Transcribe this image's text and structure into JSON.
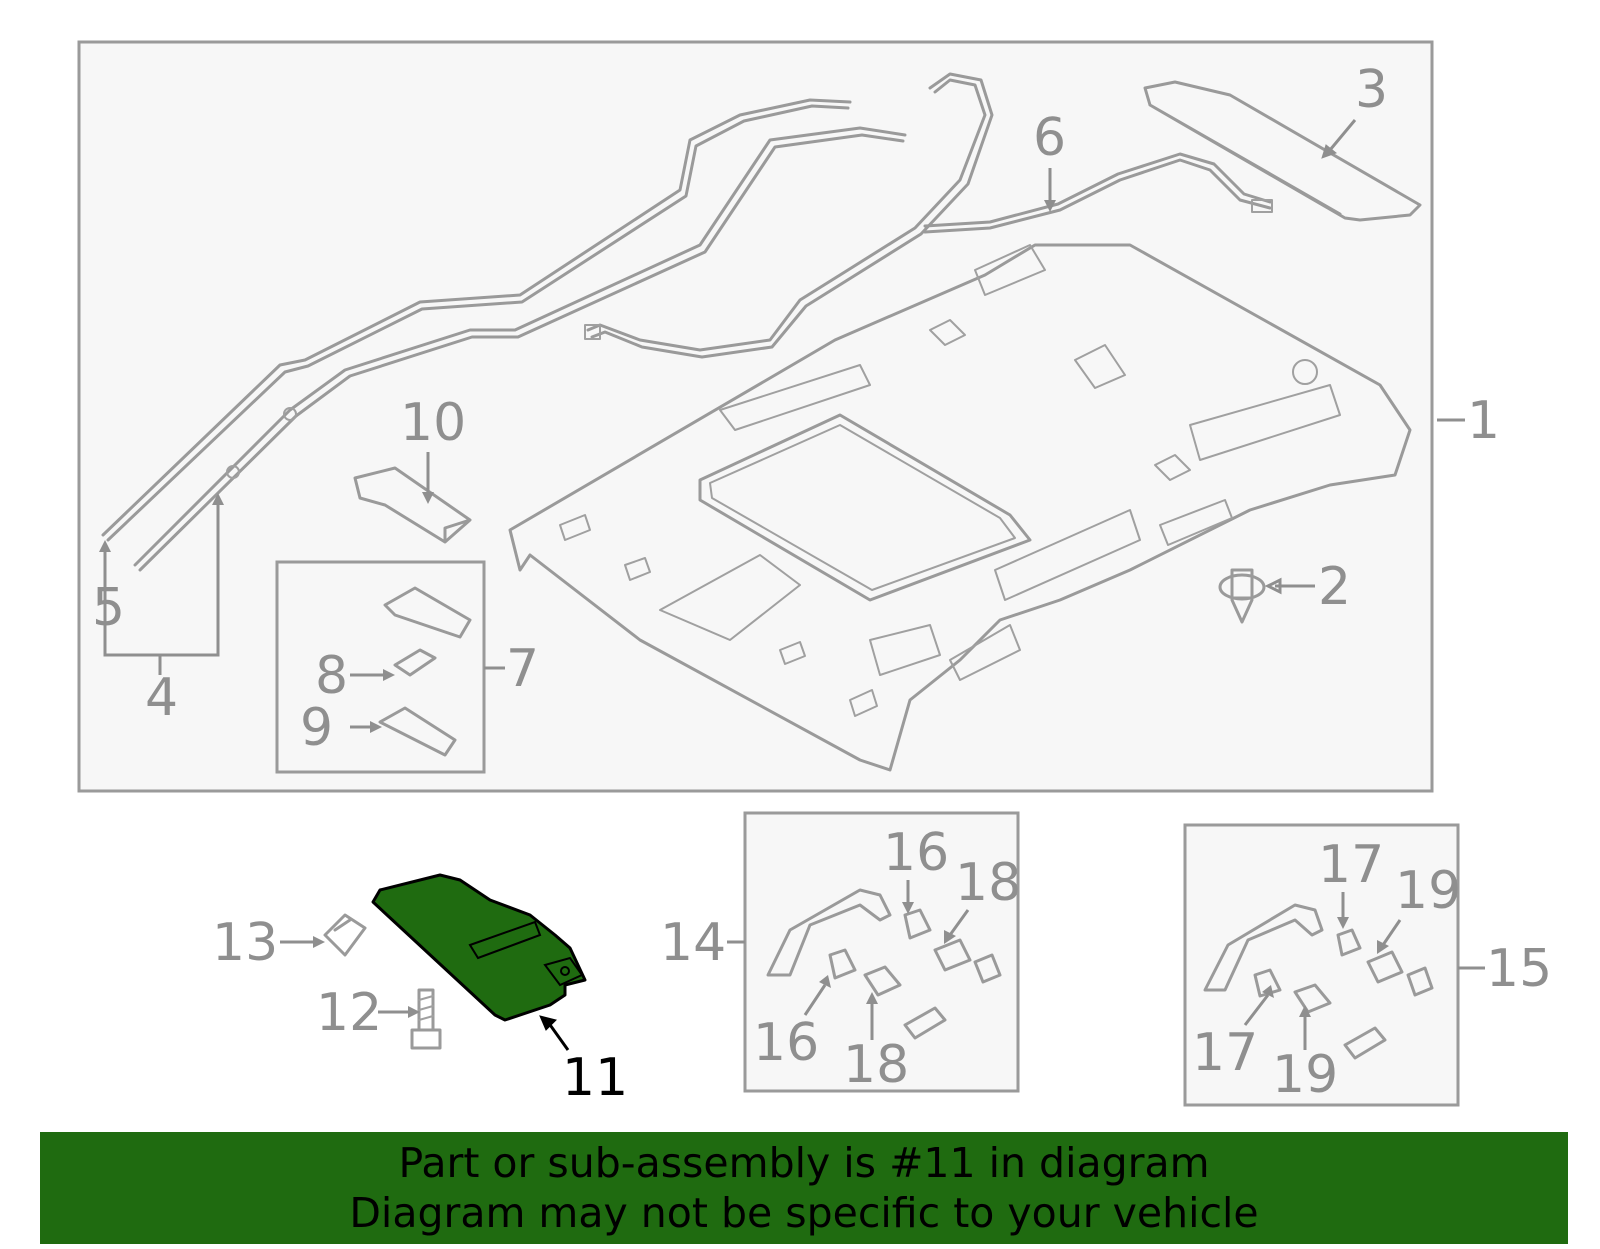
{
  "colors": {
    "outline": "#9a9a9a",
    "panel_bg": "#f7f7f7",
    "highlight_fill": "#1f6b10",
    "highlight_stroke": "#000000",
    "banner_bg": "#1f6b10",
    "banner_text": "#000000"
  },
  "callouts": {
    "c1": "1",
    "c2": "2",
    "c3": "3",
    "c4": "4",
    "c5": "5",
    "c6": "6",
    "c7": "7",
    "c8": "8",
    "c9": "9",
    "c10": "10",
    "c11": "11",
    "c12": "12",
    "c13": "13",
    "c14": "14",
    "c15": "15",
    "c16a": "16",
    "c16b": "16",
    "c17a": "17",
    "c17b": "17",
    "c18a": "18",
    "c18b": "18",
    "c19a": "19",
    "c19b": "19"
  },
  "highlighted_part": "11",
  "banner": {
    "line1": "Part or sub-assembly is #11 in diagram",
    "line2": "Diagram may not be specific to your vehicle"
  }
}
